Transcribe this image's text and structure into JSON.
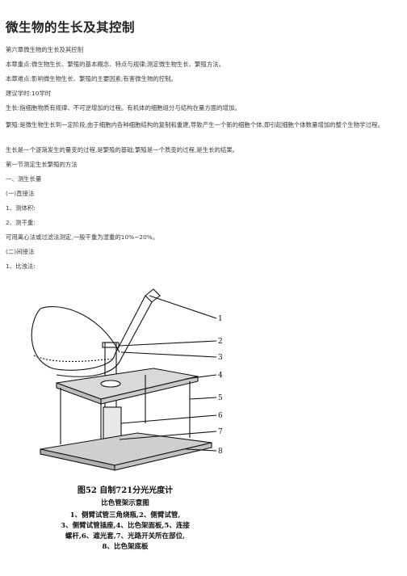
{
  "document": {
    "title": "微生物的生长及其控制",
    "paragraphs": [
      "第六章微生物的生长及其控制",
      "本章重点:微生物生长、繁殖的基本概念、特点与规律;测定微生物生长、繁殖方法。",
      "本章难点:影响微生物生长、繁殖的主要因素;有害微生物的控制。",
      "建议学时:10学时",
      "生长:指细胞物质有规律、不可逆增加的过程。有机体的细胞组分与结构在量方面的增加。",
      "繁殖:是微生物生长到一定阶段,由于细胞内各种细胞结构的复制和重建,导致产生一个新的细胞个体,即引起细胞个体数量增加的整个生物学过程。",
      "生长是一个逐渐发生的量变的过程,是繁殖的基础;繁殖是一个质变的过程,是生长的结果。",
      "第一节测定生长繁殖的方法",
      "一、测生长量",
      "(一)直接法",
      "1、测体积:",
      "2、测干重:",
      "可用离心法或过滤法测定,一般干重为湿重的10%~20%。",
      "(二)间接法",
      "1、比浊法:"
    ]
  },
  "figure": {
    "labels": [
      "1",
      "2",
      "3",
      "4",
      "5",
      "6",
      "7",
      "8"
    ],
    "caption_line1": "图52 自制721分光光度计",
    "caption_line2": "比色管架示意图",
    "caption_line3": "1、侧臂试管三角烧瓶,2、侧臂试管,",
    "caption_line4": "3、侧臂试管插座,4、比色架面板,5、连接",
    "caption_line5": "螺杆,6、遮光套,7、光路开关所在部位,",
    "caption_line6": "8、比色架底板"
  }
}
